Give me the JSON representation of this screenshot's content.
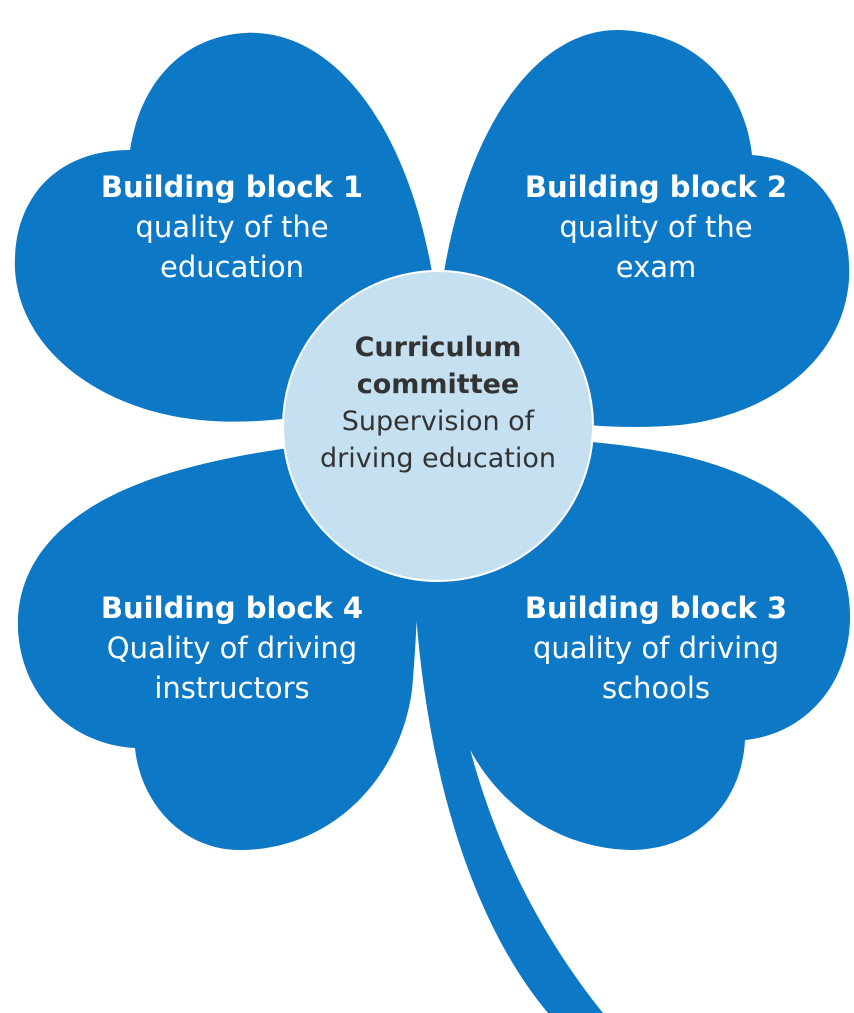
{
  "colors": {
    "leaf": "#0c78c6",
    "center": "#c5e1f1",
    "leaf_text": "#ffffff",
    "center_text": "#333333"
  },
  "center": {
    "title_line1": "Curriculum",
    "title_line2": "committee",
    "line1": "Supervision of",
    "line2": "driving education"
  },
  "blocks": [
    {
      "title": "Building block 1",
      "line1": "quality of the",
      "line2": "education"
    },
    {
      "title": "Building block 2",
      "line1": "quality of the",
      "line2": "exam"
    },
    {
      "title": "Building block 3",
      "line1": "quality of driving",
      "line2": "schools"
    },
    {
      "title": "Building block 4",
      "line1": "Quality of driving",
      "line2": "instructors"
    }
  ]
}
